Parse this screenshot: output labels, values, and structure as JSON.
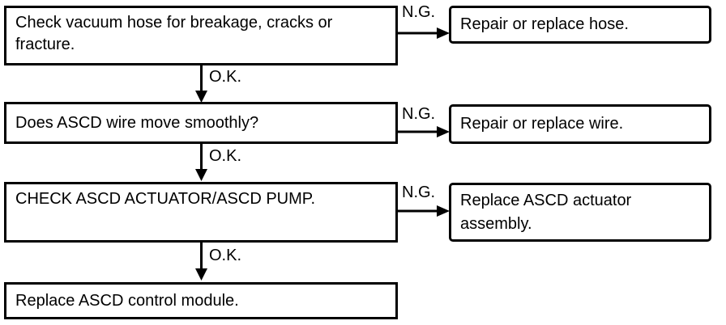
{
  "diagram": {
    "ok_label": "O.K.",
    "ng_label": "N.G.",
    "steps": [
      {
        "check": "Check vacuum hose for breakage, cracks or fracture.",
        "ng_action": "Repair or replace hose."
      },
      {
        "check": "Does ASCD wire move smoothly?",
        "ng_action": "Repair or replace wire."
      },
      {
        "check": "CHECK ASCD ACTUATOR/ASCD PUMP.",
        "ng_action": "Replace ASCD actuator assembly."
      }
    ],
    "final_action": "Replace ASCD control module.",
    "colors": {
      "line": "#000000",
      "background": "#ffffff"
    }
  }
}
